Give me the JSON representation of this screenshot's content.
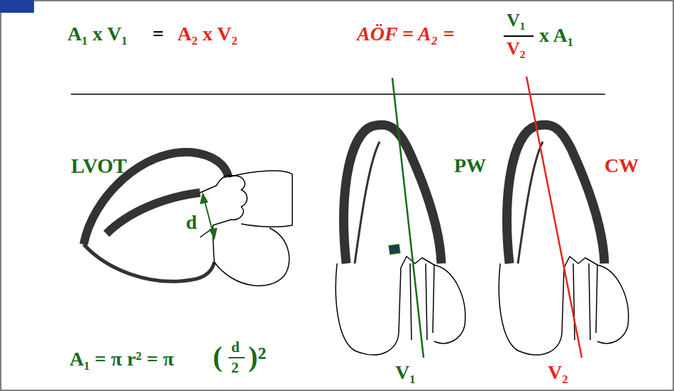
{
  "diagram": {
    "labels": [
      "A₁ x V₁",
      "=",
      "A₂ x V₂",
      "AÖF = A₂ =",
      "V₁",
      "V₂",
      "x A₁",
      "LVOT",
      "d",
      "A₁ = π r² = π",
      "(",
      "d",
      "2",
      ")²",
      "PW",
      "V₁",
      "CW",
      "V₂"
    ]
  }
}
